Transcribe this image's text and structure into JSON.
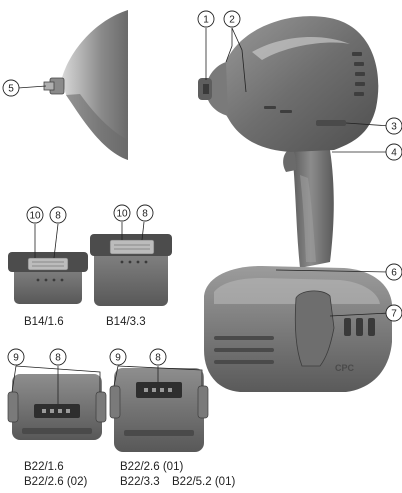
{
  "callouts": {
    "c1": "1",
    "c2": "2",
    "c3": "3",
    "c4": "4",
    "c5": "5",
    "c6": "6",
    "c7": "7",
    "c8a": "8",
    "c8b": "8",
    "c8c": "8",
    "c8d": "8",
    "c9a": "9",
    "c9b": "9",
    "c10a": "10",
    "c10b": "10"
  },
  "tool_brand_mark": "CPC",
  "battery_labels": {
    "b14_16": "B14/1.6",
    "b14_33": "B14/3.3",
    "b22_16": "B22/1.6",
    "b22_26_02": "B22/2.6 (02)",
    "b22_26_01": "B22/2.6 (01)",
    "b22_33": "B22/3.3",
    "b22_52_01": "B22/5.2 (01)"
  },
  "colors": {
    "body_dark": "#585858",
    "body_mid": "#7a7a7a",
    "body_light": "#a8a8a8",
    "highlight": "#cfcfcf",
    "line": "#222222"
  }
}
